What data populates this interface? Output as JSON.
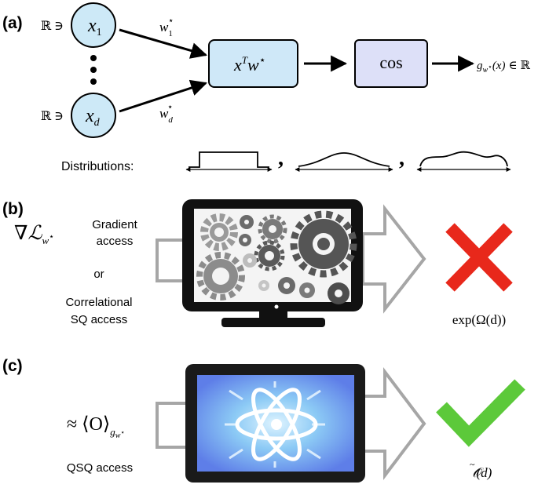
{
  "panel_a": {
    "label": "(a)",
    "realset": "ℝ ∋",
    "input_first": {
      "base": "x",
      "sub": "1"
    },
    "input_last": {
      "base": "x",
      "sub": "d"
    },
    "weight_first": {
      "base": "w",
      "sub": "1",
      "sup": "⋆"
    },
    "weight_last": {
      "base": "w",
      "sub": "d",
      "sup": "⋆"
    },
    "inner_product": {
      "base": "x",
      "sup": "T",
      "rest": "w",
      "star": "⋆"
    },
    "activation": "cos",
    "output": {
      "g": "g",
      "sub_w": "w",
      "sub_star": "⋆",
      "arg": "(x)",
      "tail": "∈ ℝ"
    },
    "distributions_label": "Distributions:",
    "separator": ","
  },
  "panel_b": {
    "label": "(b)",
    "grad_symbol": "∇",
    "loss_symbol": "ℒ",
    "loss_sub_w": "w",
    "loss_sub_star": "⋆",
    "gradient_line1": "Gradient",
    "gradient_line2": "access",
    "or": "or",
    "corr_line1": "Correlational",
    "corr_line2": "SQ access",
    "result": "exp(Ω(d))",
    "result_color": "#e8281b"
  },
  "panel_c": {
    "label": "(c)",
    "approx": "≈ ⟨O⟩",
    "obs_sub_g": "g",
    "obs_sub_w": "w",
    "obs_sub_star": "⋆",
    "access": "QSQ access",
    "result_o": "𝒪",
    "result_tilde": "~",
    "result_arg": "(d)",
    "result_color": "#5cc93a"
  },
  "colors": {
    "node_fill": "#cde9f7",
    "box_fill_light": "#cfe8f8",
    "box_fill_purple": "#dde0f8",
    "arrow_gray": "#a6a6a6",
    "screen_blue": "#4da6f0"
  },
  "icons": [
    "classical-computer-icon",
    "gear-icon",
    "quantum-computer-icon",
    "atom-icon",
    "cross-icon",
    "check-icon"
  ]
}
